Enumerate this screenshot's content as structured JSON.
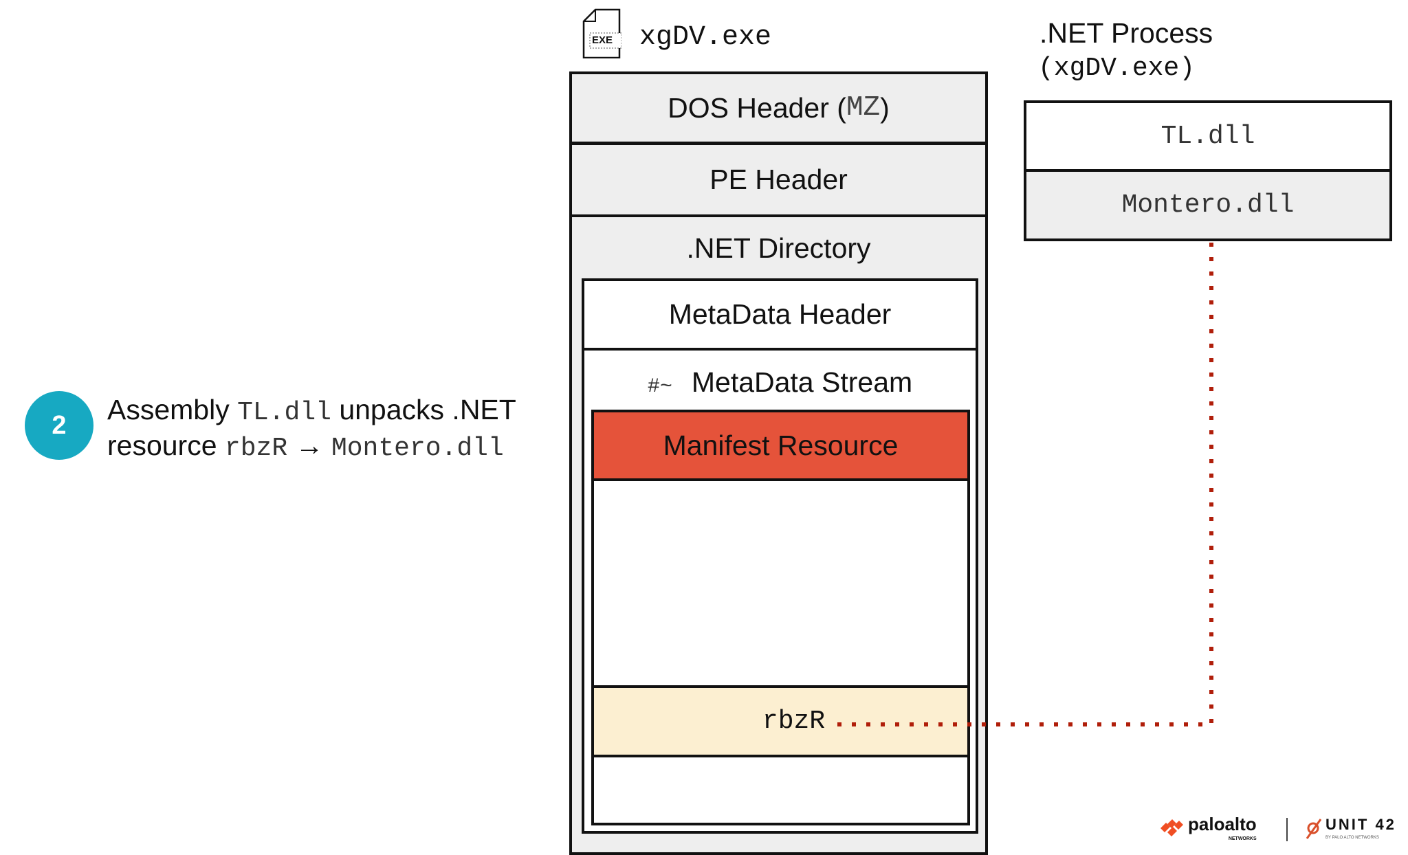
{
  "file": {
    "icon": "exe-file-icon",
    "icon_label": "EXE",
    "name": "xgDV.exe"
  },
  "pe": {
    "dos_header": "DOS Header (",
    "dos_header_mz": "MZ",
    "dos_header_close": ")",
    "pe_header": "PE Header",
    "net_directory": ".NET Directory",
    "metadata_header": "MetaData Header",
    "stream_prefix": "#~",
    "metadata_stream": "MetaData Stream",
    "manifest_resource": "Manifest Resource",
    "resource_name": "rbzR"
  },
  "process": {
    "title": ".NET Process",
    "subtitle": "(xgDV.exe)",
    "modules": [
      "TL.dll",
      "Montero.dll"
    ]
  },
  "step": {
    "number": "2",
    "t1": "Assembly ",
    "t2": "TL.dll",
    "t3": " unpacks .NET",
    "t4": "resource ",
    "t5": "rbzR",
    "t6": " → ",
    "t7": "Montero.dll"
  },
  "colors": {
    "accent": "#17a9c2",
    "manifest": "#e5533a",
    "resource": "#fcefd1",
    "link": "#b01e0a"
  },
  "branding": {
    "paloalto": "paloalto",
    "networks": "NETWORKS",
    "unit42": "UNIT 42",
    "unit42_sub": "BY PALO ALTO NETWORKS"
  }
}
